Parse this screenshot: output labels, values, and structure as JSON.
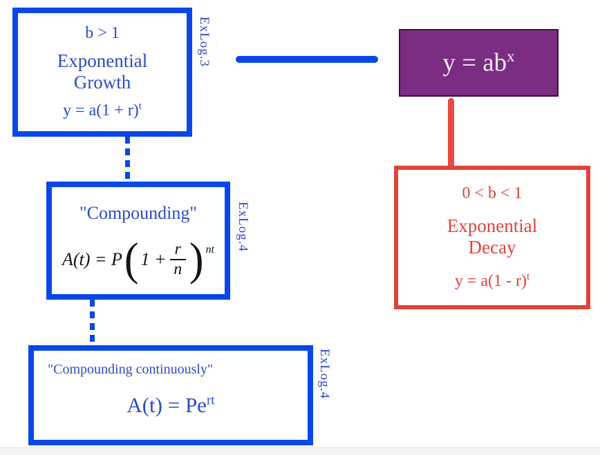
{
  "colors": {
    "blue_border": "#0847e8",
    "blue_text": "#2b4bc8",
    "red": "#e2423b",
    "red_line": "#e74a41",
    "purple_fill": "#7b2d82",
    "purple_border": "#38123f",
    "purple_text": "#f3ebf3",
    "formula_ink": "#141414"
  },
  "boxes": {
    "growth": {
      "condition": "b > 1",
      "title_line1": "Exponential",
      "title_line2": "Growth",
      "formula_base": "y = a(1 + r)",
      "formula_sup": "t",
      "tag": "ExLog.3"
    },
    "general": {
      "formula_base": "y = ab",
      "formula_sup": "x"
    },
    "decay": {
      "condition": "0 < b < 1",
      "title_line1": "Exponential",
      "title_line2": "Decay",
      "formula_base": "y = a(1 - r)",
      "formula_sup": "t"
    },
    "compounding": {
      "title": "\"Compounding\"",
      "tag": "ExLog.4",
      "formula": {
        "lhs": "A(t) = P",
        "open_paren": "(",
        "inner": "1 +",
        "frac_num": "r",
        "frac_den": "n",
        "close_paren": ")",
        "exponent": "nt"
      }
    },
    "continuous": {
      "title": "\"Compounding continuously\"",
      "formula_base": "A(t) = Pe",
      "formula_sup": "rt",
      "tag": "ExLog.4"
    }
  }
}
